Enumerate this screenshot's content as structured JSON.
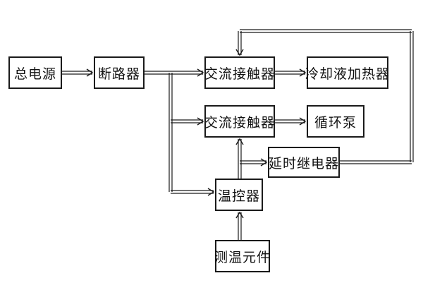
{
  "diagram": {
    "stroke": "#1a1a1a",
    "background": "#ffffff",
    "blocks": {
      "power": "总电源",
      "breaker": "断路器",
      "contactor_1": "交流接触器",
      "heater": "冷却液加热器",
      "contactor_2": "交流接触器",
      "pump": "循环泵",
      "relay": "延时继电器",
      "temp_controller": "温控器",
      "sensor": "测温元件"
    },
    "connections": [
      {
        "from": "power",
        "to": "breaker"
      },
      {
        "from": "breaker",
        "to": "contactor_1"
      },
      {
        "from": "breaker",
        "to": "contactor_2"
      },
      {
        "from": "breaker",
        "to": "temp_controller"
      },
      {
        "from": "contactor_1",
        "to": "heater"
      },
      {
        "from": "contactor_2",
        "to": "pump"
      },
      {
        "from": "sensor",
        "to": "temp_controller"
      },
      {
        "from": "temp_controller",
        "to": "contactor_2"
      },
      {
        "from": "temp_controller",
        "to": "relay"
      },
      {
        "from": "relay",
        "to": "contactor_1"
      }
    ]
  }
}
